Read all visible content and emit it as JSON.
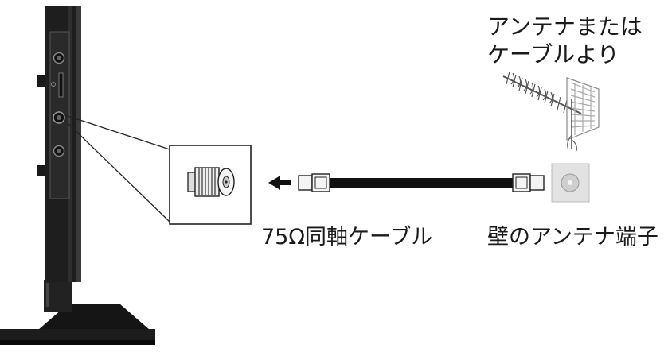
{
  "labels": {
    "antenna_line1": "アンテナまたは",
    "antenna_line2": "ケーブルより",
    "cable": "75Ω同軸ケーブル",
    "wall_outlet": "壁のアンテナ端子"
  },
  "colors": {
    "tv_body": "#1f1f1f",
    "tv_edge": "#3a3a3a",
    "cable": "#111111",
    "outline": "#222222",
    "connector": "#f2f2f2",
    "plate": "#dcdcdc",
    "antenna": "#555555"
  },
  "icons": {
    "arrow": "left-arrow-icon",
    "coax_jack": "coax-jack-icon",
    "antenna": "antenna-icon",
    "wall_outlet": "wall-outlet-icon"
  }
}
